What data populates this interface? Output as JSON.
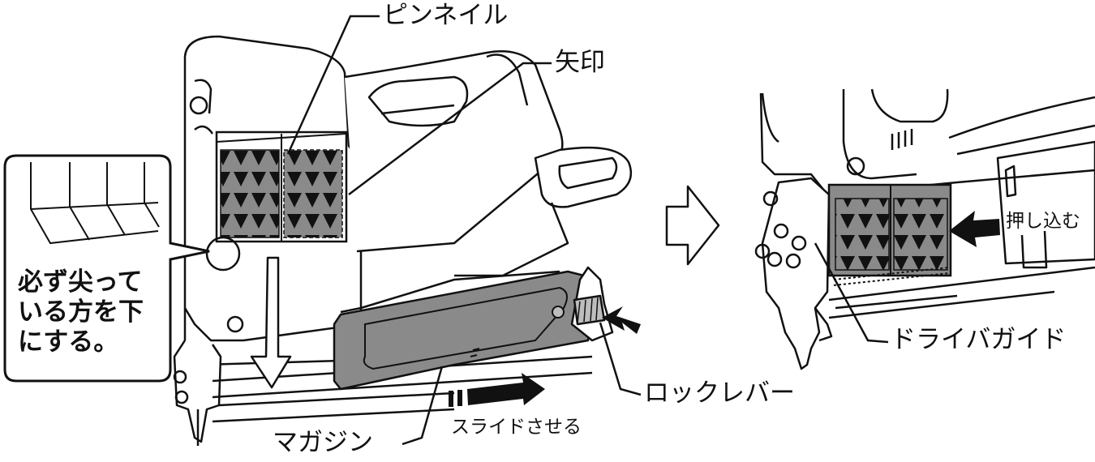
{
  "labels": {
    "pin_nail": "ピンネイル",
    "arrow_mark": "矢印",
    "push_in": "押し込む",
    "callout_note": "必ず尖って\nいる方を下\nにする。",
    "driver_guide": "ドライバガイド",
    "lock_lever": "ロックレバー",
    "magazine": "マガジン",
    "slide": "スライドさせる"
  },
  "colors": {
    "ink": "#111111",
    "fill_gray": "#8a8a8a",
    "light_gray": "#bdbdbd"
  }
}
